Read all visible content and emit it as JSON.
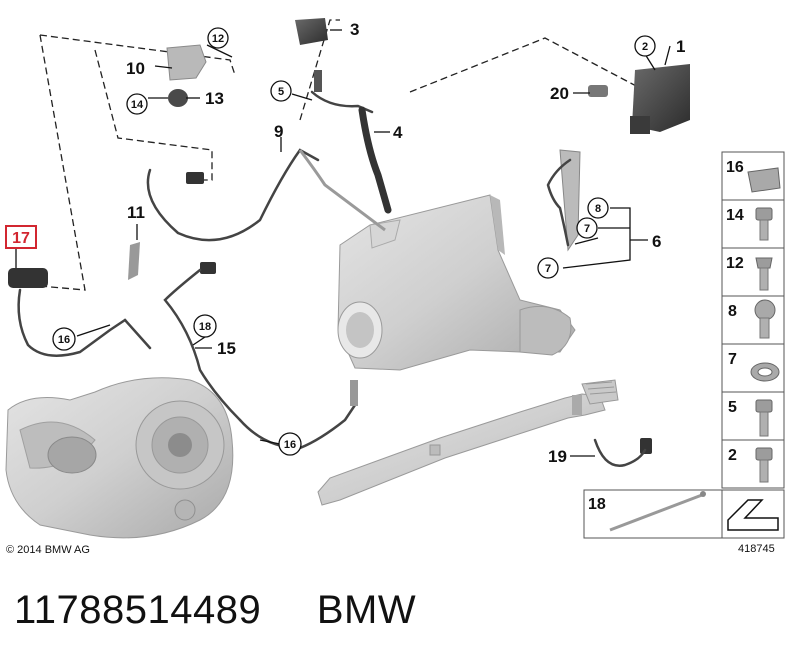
{
  "diagram": {
    "callouts": [
      "1",
      "2",
      "3",
      "4",
      "5",
      "6",
      "7",
      "8",
      "9",
      "10",
      "11",
      "12",
      "13",
      "14",
      "15",
      "16",
      "17",
      "18",
      "19",
      "20"
    ],
    "legend": {
      "items": [
        "16",
        "14",
        "12",
        "8",
        "7",
        "5",
        "2"
      ],
      "bottom_label": "18"
    },
    "copyright": "© 2014 BMW AG",
    "diagram_number": "418745",
    "highlight_color": "#d22630"
  },
  "footer": {
    "part_number": "11788514489",
    "brand": "BMW"
  }
}
